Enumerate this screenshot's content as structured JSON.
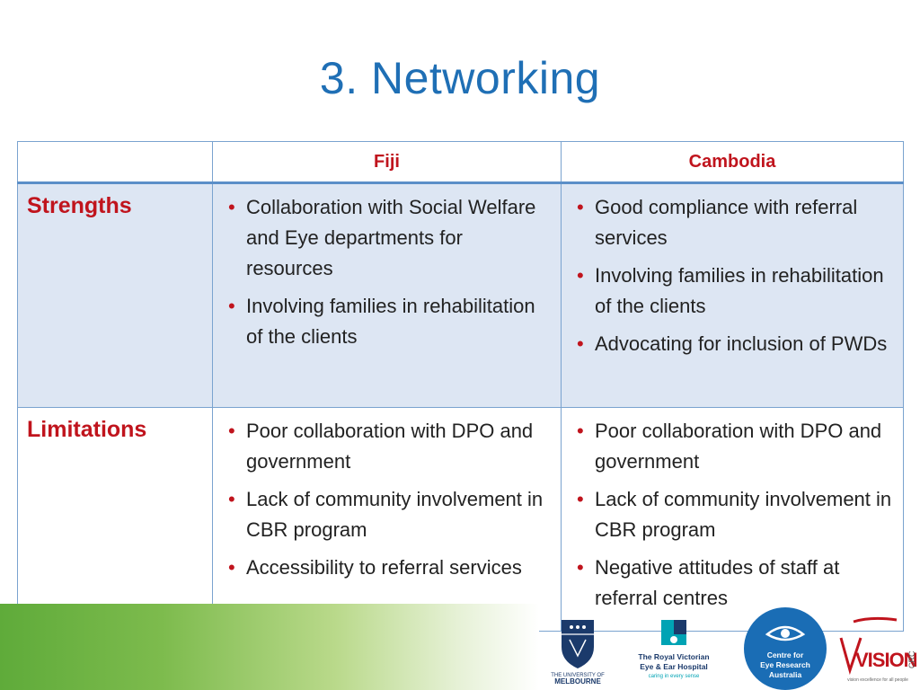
{
  "slide": {
    "title": "3. Networking"
  },
  "table": {
    "col_headers": [
      "",
      "Fiji",
      "Cambodia"
    ],
    "rows": [
      {
        "label": "Strengths",
        "fiji": [
          "Collaboration with Social Welfare and Eye departments for resources",
          "Involving families in rehabilitation of the clients"
        ],
        "cambodia": [
          "Good compliance with referral services",
          "Involving families in rehabilitation of the clients",
          "Advocating for inclusion of PWDs"
        ]
      },
      {
        "label": "Limitations",
        "fiji": [
          "Poor collaboration with DPO and government",
          "Lack of community involvement in CBR program",
          "Accessibility to referral services"
        ],
        "cambodia": [
          "Poor collaboration with DPO and government",
          "Lack of community involvement in CBR program",
          "Negative attitudes of staff at referral centres"
        ]
      }
    ]
  },
  "footer": {
    "uom": {
      "line1": "THE UNIVERSITY OF",
      "line2": "MELBOURNE"
    },
    "rveeh": {
      "line1": "The Royal Victorian",
      "line2": "Eye & Ear Hospital",
      "tagline": "caring in every sense"
    },
    "cera": {
      "line1": "Centre for",
      "line2": "Eye Research",
      "line3": "Australia"
    },
    "vision": {
      "word": "VISION",
      "suffix": "CRC",
      "tagline": "vision excellence for all people"
    }
  },
  "colors": {
    "title": "#1f6fb5",
    "header_text": "#c0141d",
    "row_tint": "#dde6f3",
    "border": "#7aa3cf",
    "footer_green": "#5fab3a"
  }
}
